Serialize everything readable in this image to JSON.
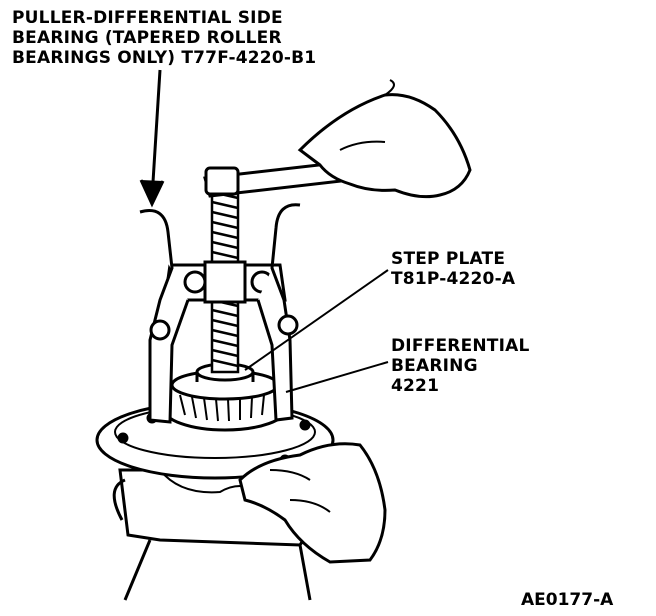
{
  "labels": {
    "puller": {
      "line1": "PULLER-DIFFERENTIAL SIDE",
      "line2": "BEARING (TAPERED ROLLER",
      "line3": "BEARINGS ONLY) T77F-4220-B1"
    },
    "step_plate": {
      "line1": "STEP PLATE",
      "line2": "T81P-4220-A"
    },
    "differential_bearing": {
      "line1": "DIFFERENTIAL",
      "line2": "BEARING",
      "line3": "4221"
    }
  },
  "figure_id": "AE0177-A"
}
